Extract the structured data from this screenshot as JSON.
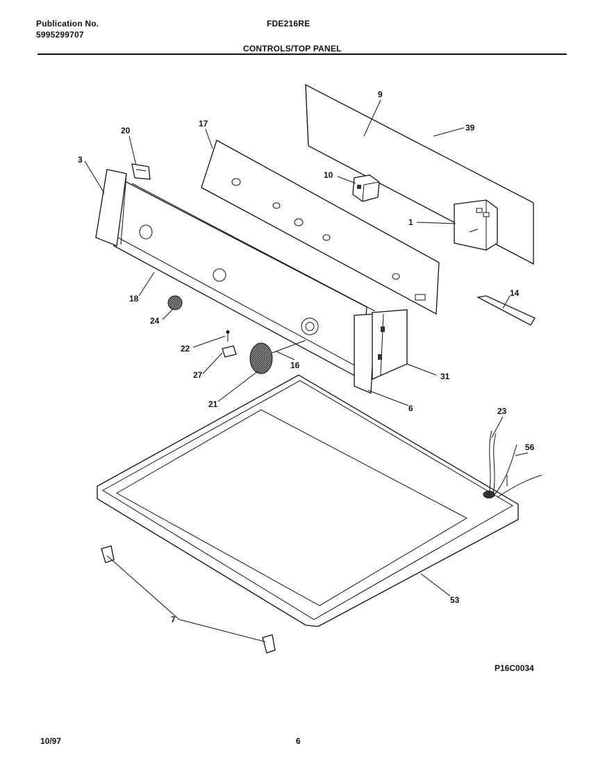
{
  "header": {
    "publication_label": "Publication No.",
    "publication_number": "5995299707",
    "model": "FDE216RE",
    "section_title": "CONTROLS/TOP PANEL"
  },
  "figure_id": "P16C0034",
  "footer": {
    "date": "10/97",
    "page": "6"
  },
  "callouts": {
    "c1": "1",
    "c3": "3",
    "c6": "6",
    "c7": "7",
    "c9": "9",
    "c10": "10",
    "c14": "14",
    "c16": "16",
    "c17": "17",
    "c18": "18",
    "c20": "20",
    "c21": "21",
    "c22": "22",
    "c23": "23",
    "c24": "24",
    "c27": "27",
    "c31": "31",
    "c39": "39",
    "c53": "53",
    "c56": "56"
  }
}
